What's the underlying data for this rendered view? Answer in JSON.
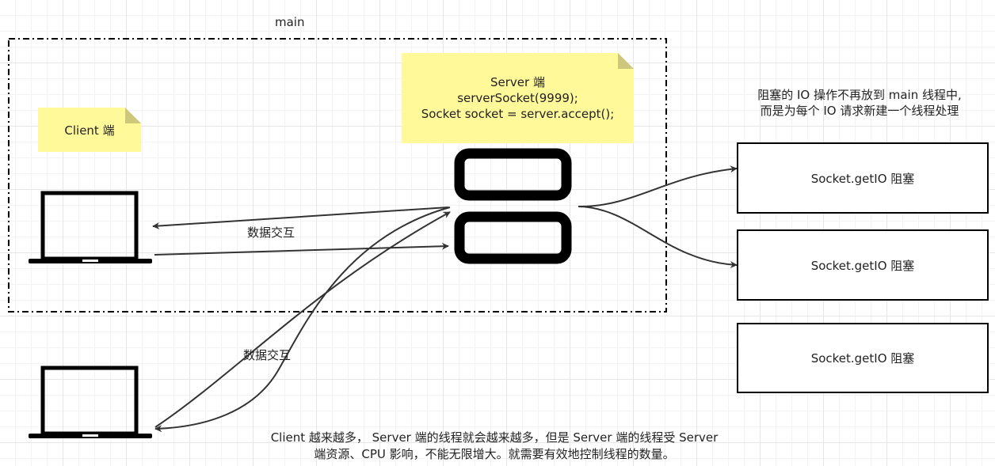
{
  "main_frame": {
    "label": "main"
  },
  "client_note": {
    "text": "Client 端"
  },
  "server_note": {
    "lines": [
      "Server 端",
      "serverSocket(9999);",
      "Socket socket = server.accept();"
    ]
  },
  "exchange_labels": {
    "upper": "数据交互",
    "lower": "数据交互"
  },
  "thread_note": {
    "lines": [
      "阻塞的 IO 操作不再放到 main 线程中,",
      "而是为每个 IO 请求新建一个线程处理"
    ]
  },
  "thread_boxes": [
    {
      "label": "Socket.getIO 阻塞"
    },
    {
      "label": "Socket.getIO 阻塞"
    },
    {
      "label": "Socket.getIO 阻塞"
    }
  ],
  "bottom_note": {
    "lines": [
      "Client 越来越多， Server 端的线程就会越来越多，但是 Server 端的线程受 Server",
      "端资源、CPU 影响，不能无限增大。就需要有效地控制线程的数量。"
    ]
  },
  "colors": {
    "note_fill": "#fff99a",
    "note_fold": "#ccc77b",
    "stroke": "#000000",
    "arrow": "#333333"
  },
  "icons": {
    "client": "laptop-icon",
    "server": "server-icon"
  }
}
